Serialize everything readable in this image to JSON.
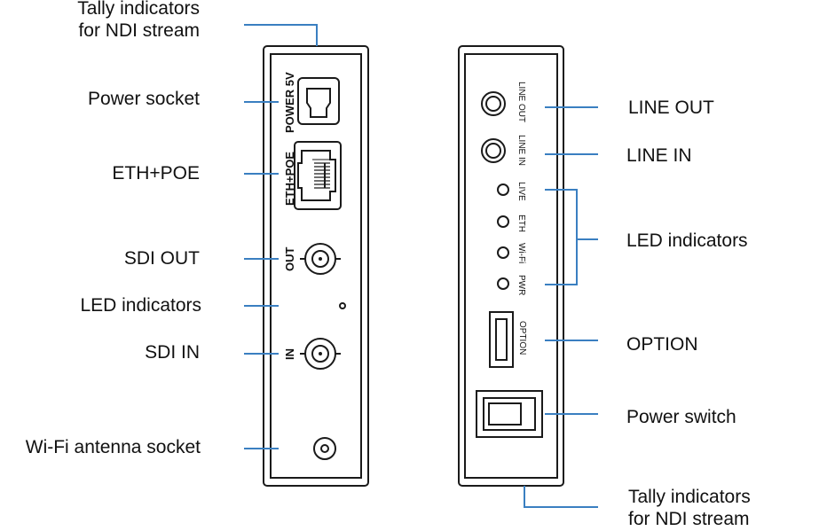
{
  "left_panel": {
    "callouts": {
      "tally_top": [
        "Tally indicators",
        "for NDI stream"
      ],
      "power_socket": "Power socket",
      "eth_poe": "ETH+POE",
      "sdi_out": "SDI OUT",
      "led_indicators": "LED indicators",
      "sdi_in": "SDI IN",
      "wifi_socket": "Wi-Fi antenna socket"
    },
    "printed": {
      "power": "POWER 5V",
      "eth": "ETH+POE",
      "out": "OUT",
      "in": "IN"
    }
  },
  "right_panel": {
    "callouts": {
      "line_out": "LINE OUT",
      "line_in": "LINE IN",
      "led_indicators": "LED indicators",
      "option": "OPTION",
      "power_switch": "Power switch",
      "tally_bottom": [
        "Tally indicators",
        "for NDI stream"
      ]
    },
    "printed": {
      "line_out": "LINE OUT",
      "line_in": "LINE IN",
      "live": "LIVE",
      "eth": "ETH",
      "wifi": "Wi-Fi",
      "pwr": "PWR",
      "option": "OPTION"
    }
  },
  "colors": {
    "leader": "#3a7fc1",
    "outline": "#1a1a1a"
  }
}
